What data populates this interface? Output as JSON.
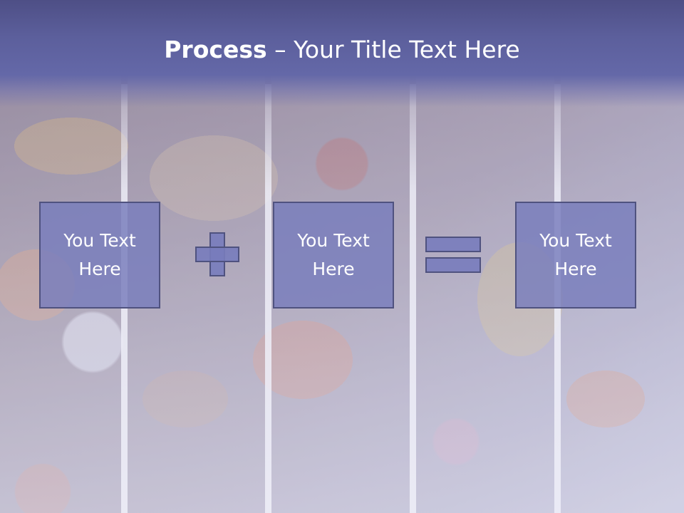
{
  "slide": {
    "title_bold": "Process",
    "title_rest": " – Your Title Text Here",
    "boxes": [
      {
        "label": "You Text Here"
      },
      {
        "label": "You Text Here"
      },
      {
        "label": "You Text Here"
      }
    ],
    "operators": [
      "plus-icon",
      "equals-icon"
    ],
    "colors": {
      "header": "#5c5f9c",
      "box_fill": "#787cbc",
      "box_border": "#4f527f",
      "text": "#ffffff"
    }
  }
}
